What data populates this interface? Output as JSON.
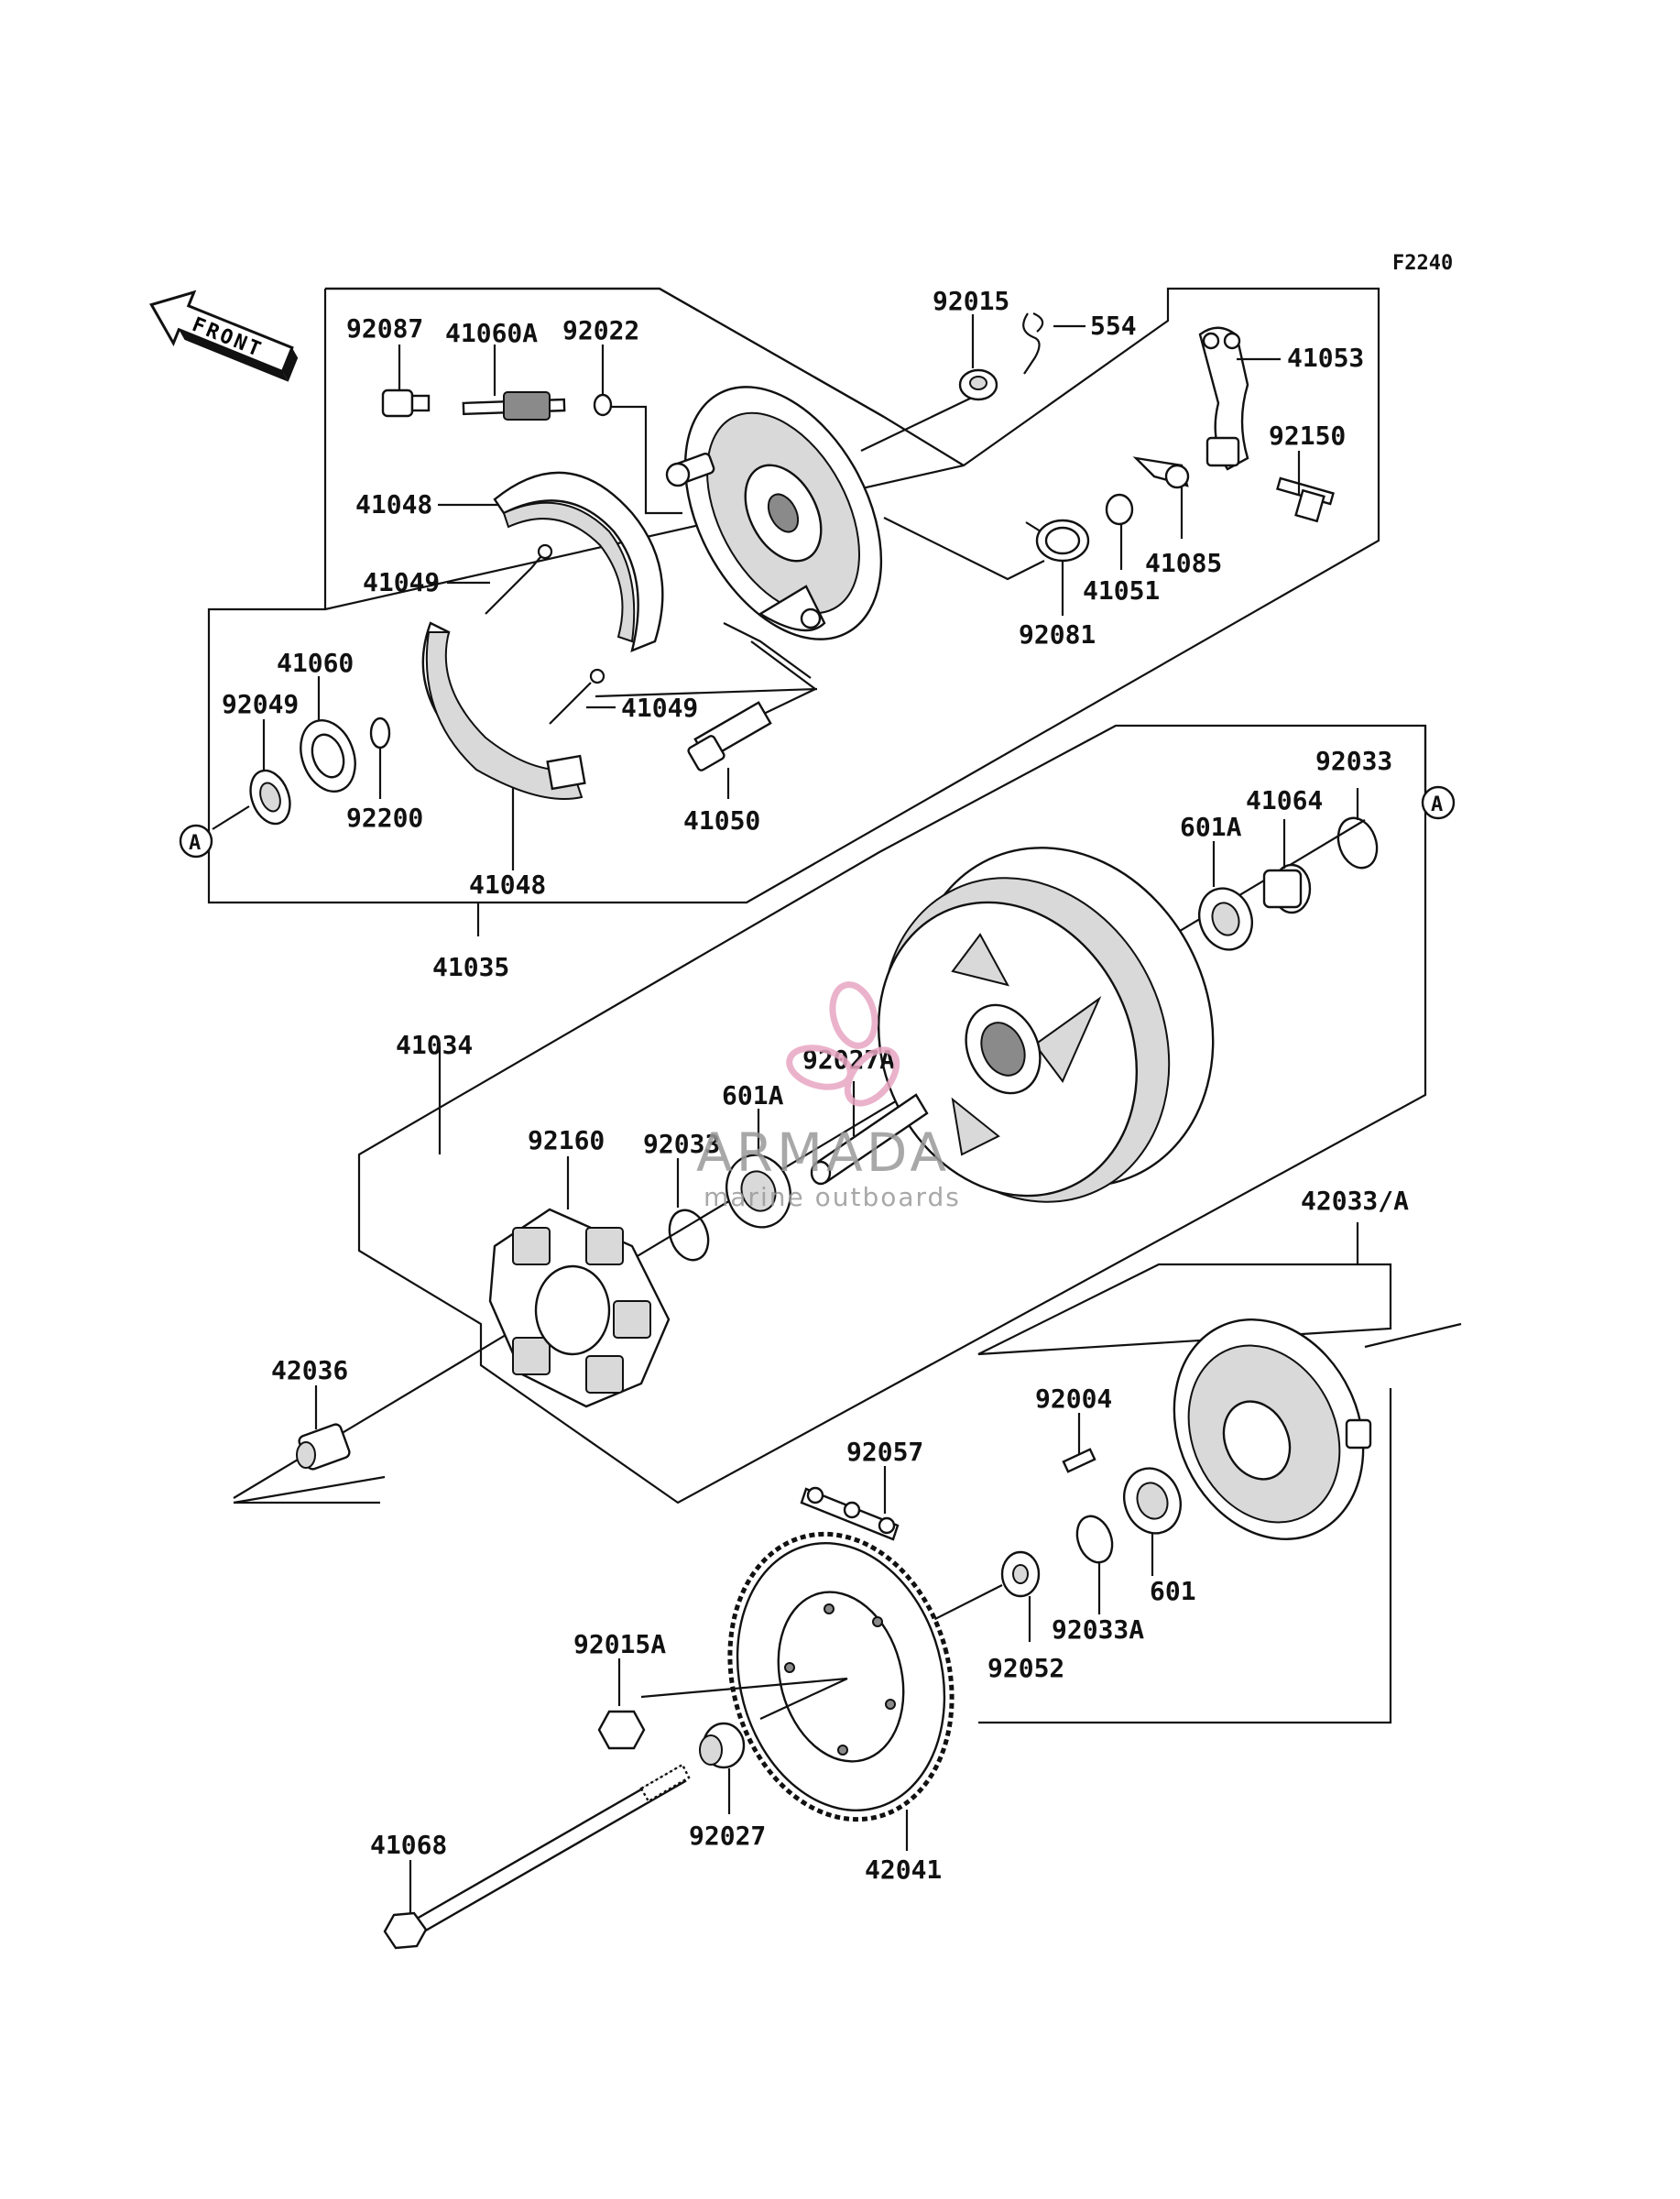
{
  "diagram": {
    "figure_code": "F2240",
    "front_label": "FRONT",
    "ref_marker": "A",
    "watermark": {
      "brand": "ARMADA",
      "tagline": "marine outboards",
      "pink": "#e8a6c2",
      "gray": "#9a9a9a"
    },
    "parts": {
      "p92087": "92087",
      "p41060A": "41060A",
      "p92022": "92022",
      "p92015": "92015",
      "p554": "554",
      "p41053": "41053",
      "p92150": "92150",
      "p41048a": "41048",
      "p41049a": "41049",
      "p41085": "41085",
      "p41051": "41051",
      "p92081": "92081",
      "p41060": "41060",
      "p92049": "92049",
      "p41049b": "41049",
      "p92200": "92200",
      "p41050": "41050",
      "p41048b": "41048",
      "p41035": "41035",
      "p92033a": "92033",
      "p41064": "41064",
      "p601Aa": "601A",
      "p41034": "41034",
      "p92027A": "92027A",
      "p601Ab": "601A",
      "p92160": "92160",
      "p92033b": "92033",
      "p42033A": "42033/A",
      "p42036": "42036",
      "p92004": "92004",
      "p92057": "92057",
      "p601": "601",
      "p92015A": "92015A",
      "p92052": "92052",
      "p92033A": "92033A",
      "p41068": "41068",
      "p92027": "92027",
      "p42041": "42041"
    }
  }
}
